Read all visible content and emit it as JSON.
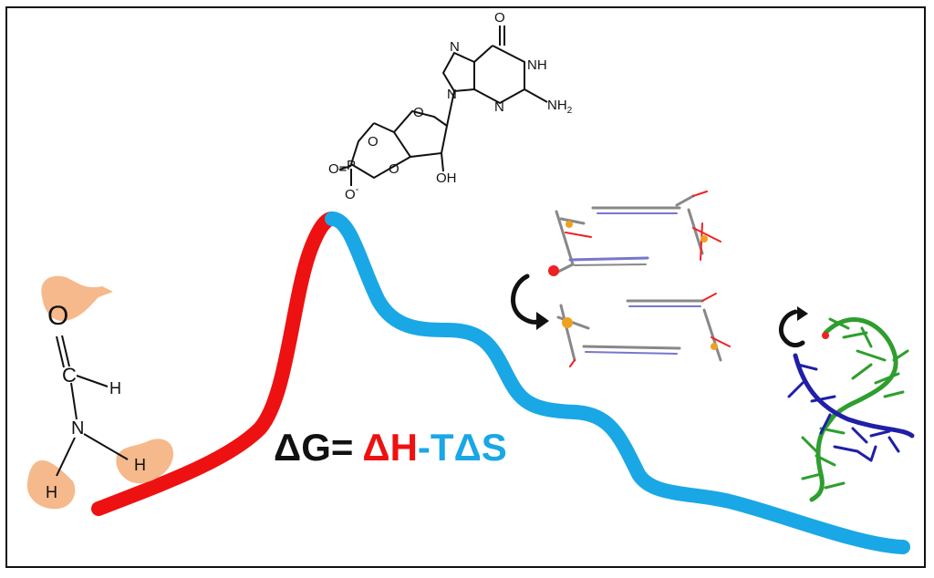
{
  "equation": {
    "delta_g": "ΔG=",
    "delta_h": "ΔH",
    "minus_t": "-TΔS",
    "colors": {
      "delta_g": "#111111",
      "delta_h": "#ee1111",
      "minus_t": "#1aa7e6"
    }
  },
  "formamide": {
    "atom_o": "O",
    "atom_c": "C",
    "atom_n": "N",
    "atom_h_c": "H",
    "atom_h_n1": "H",
    "atom_h_n2": "H",
    "highlight_color": "#f5b98c"
  },
  "cgmp": {
    "atom_o_carbonyl": "O",
    "atom_nh_ring": "NH",
    "atom_n7": "N",
    "atom_n9": "N",
    "atom_n3": "N",
    "atom_nh2": "NH",
    "nh2_subscript": "2",
    "atom_o_ring": "O",
    "atom_o_phos1": "O",
    "atom_o_phos2": "O",
    "atom_p": "P",
    "atom_o_double": "O=",
    "atom_o_minus": "O",
    "minus_sign": "-",
    "atom_oh": "OH"
  },
  "energy_profile": {
    "enthalpy_color": "#ee1111",
    "entropy_color": "#1aa7e6"
  },
  "structures": {
    "dinucleotide": "stacked cyclic nucleotide pair",
    "rna_helix": "RNA duplex",
    "strand_colors": [
      "#2e9e2e",
      "#1f1fa8"
    ]
  }
}
